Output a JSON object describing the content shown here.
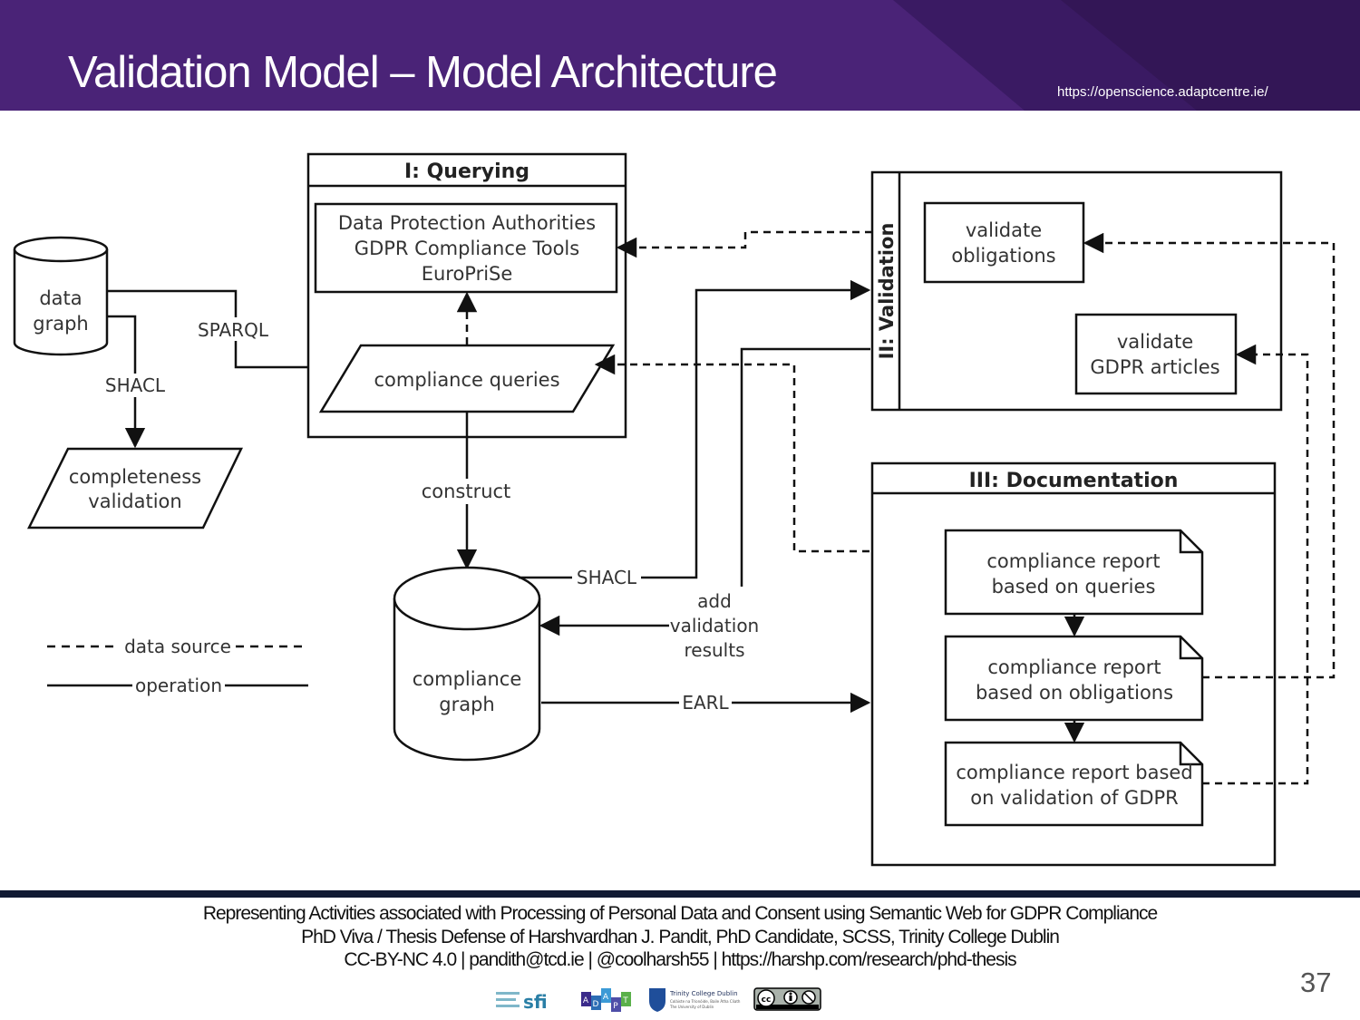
{
  "header": {
    "title": "Validation Model – Model Architecture",
    "url": "https://openscience.adaptcentre.ie/"
  },
  "diagram": {
    "data_graph": [
      "data",
      "graph"
    ],
    "edge_sparql": "SPARQL",
    "edge_shacl_left": "SHACL",
    "completeness_validation": [
      "completeness",
      "validation"
    ],
    "querying": {
      "title": "I: Querying",
      "sources": [
        "Data Protection Authorities",
        "GDPR Compliance Tools",
        "EuroPriSe"
      ],
      "compliance_queries": "compliance queries"
    },
    "edge_construct": "construct",
    "compliance_graph": [
      "compliance",
      "graph"
    ],
    "edge_shacl_graph": "SHACL",
    "add_validation_results": [
      "add",
      "validation",
      "results"
    ],
    "edge_earl": "EARL",
    "validation": {
      "title": "II: Validation",
      "validate_obligations": [
        "validate",
        "obligations"
      ],
      "validate_gdpr_articles": [
        "validate",
        "GDPR articles"
      ]
    },
    "documentation": {
      "title": "III: Documentation",
      "report_queries": [
        "compliance report",
        "based on queries"
      ],
      "report_obligations": [
        "compliance report",
        "based on obligations"
      ],
      "report_gdpr": [
        "compliance report based",
        "on validation of GDPR"
      ]
    },
    "legend": {
      "data_source": "data source",
      "operation": "operation"
    }
  },
  "footer": {
    "line1": "Representing Activities associated with Processing of Personal Data and Consent using Semantic Web for GDPR Compliance",
    "line2": "PhD Viva / Thesis Defense of Harshvardhan J. Pandit, PhD Candidate, SCSS, Trinity College Dublin",
    "line3": "CC-BY-NC 4.0 | pandith@tcd.ie | @coolharsh55 | https://harshp.com/research/phd-thesis",
    "slide_number": "37",
    "logos": {
      "sfi": "sfi",
      "adapt": [
        "A",
        "D",
        "A",
        "P",
        "T"
      ],
      "tcd": "Trinity College Dublin",
      "tcd_sub1": "Coláiste na Tríonóide, Baile Átha Cliath",
      "tcd_sub2": "The University of Dublin",
      "cc": "cc"
    }
  }
}
